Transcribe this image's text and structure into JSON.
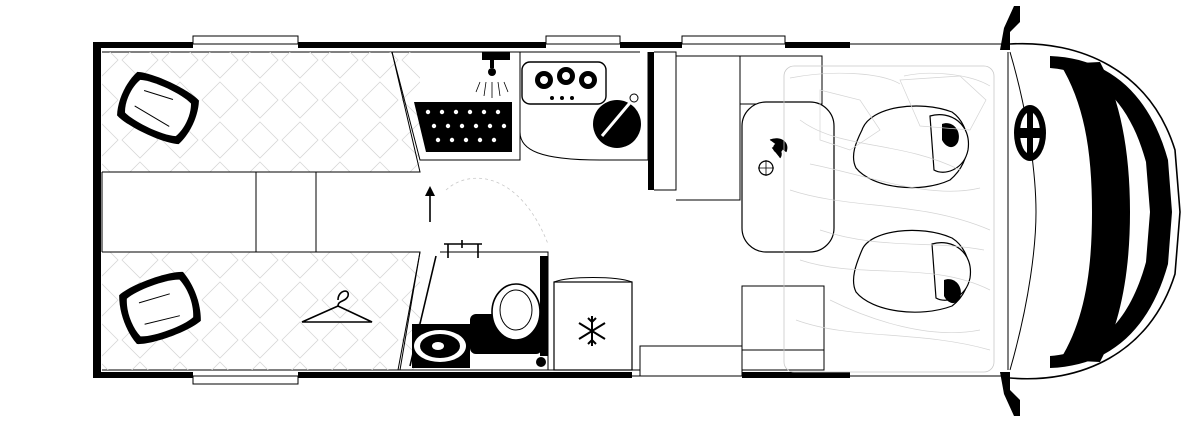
{
  "diagram": {
    "kind": "motorhome-floor-plan",
    "view": "top-down",
    "colors": {
      "line": "#000000",
      "background": "#ffffff",
      "ghost": "#c9c9c9"
    },
    "zones": [
      {
        "id": "rear-bed-upper",
        "icon": "pillow-icon"
      },
      {
        "id": "rear-bed-lower",
        "icon": "pillow-icon"
      },
      {
        "id": "wardrobe",
        "icon": "hanger-icon"
      },
      {
        "id": "shower",
        "icon": "shower-head-icon"
      },
      {
        "id": "kitchen",
        "icons": [
          "stove-burners-icon",
          "sink-icon"
        ]
      },
      {
        "id": "washroom",
        "icons": [
          "toilet-icon",
          "washbasin-icon"
        ]
      },
      {
        "id": "fridge",
        "icon": "snowflake-icon"
      },
      {
        "id": "dinette",
        "icon": "table-icon"
      },
      {
        "id": "cab",
        "icons": [
          "driver-seat-icon",
          "passenger-seat-icon",
          "steering-wheel-icon"
        ]
      }
    ]
  }
}
